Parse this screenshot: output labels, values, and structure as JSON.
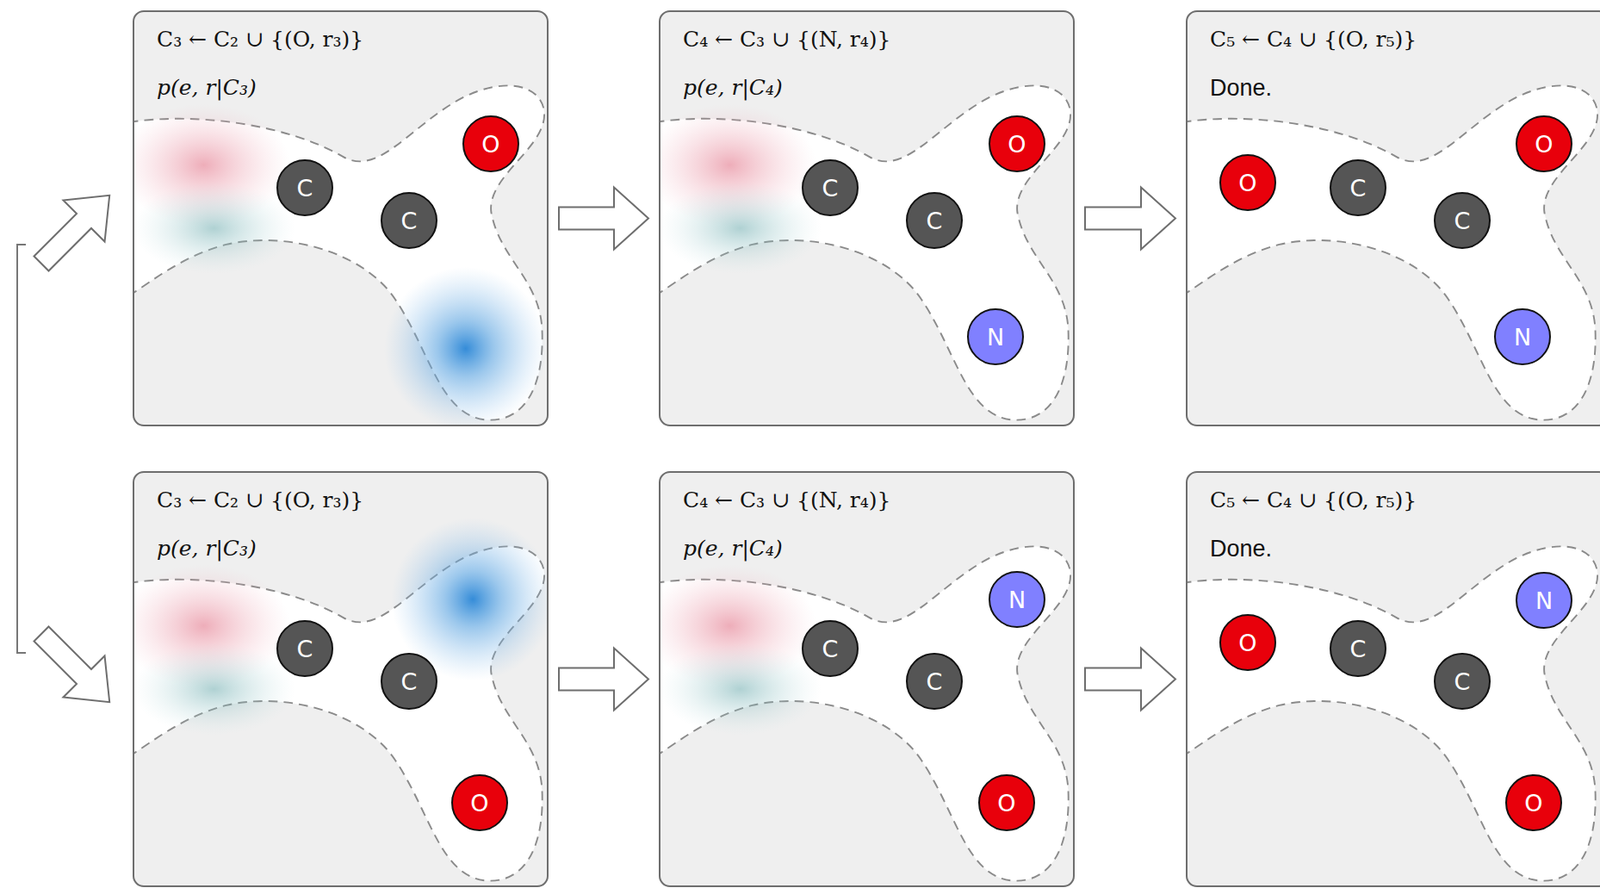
{
  "diagram": {
    "nodes": [
      {
        "text": [
          "C₃ ← C₂ ∪ {(O, r₃)}",
          "p(e, r|C₃)"
        ]
      },
      {
        "text": [
          "C"
        ],
        "in": 0
      },
      {
        "text": [
          "C"
        ],
        "in": 0
      },
      {
        "text": [
          "O"
        ],
        "in": 0
      },
      {
        "text": [
          "C₄ ← C₃ ∪ {(N, r₄)}",
          "p(e, r|C₄)"
        ]
      },
      {
        "text": [
          "C"
        ],
        "in": 4
      },
      {
        "text": [
          "C"
        ],
        "in": 4
      },
      {
        "text": [
          "O"
        ],
        "in": 4
      },
      {
        "text": [
          "N"
        ],
        "in": 4
      },
      {
        "text": [
          "C₅ ← C₄ ∪ {(O, r₅)}",
          "Done."
        ]
      },
      {
        "text": [
          "O"
        ],
        "in": 9
      },
      {
        "text": [
          "C"
        ],
        "in": 9
      },
      {
        "text": [
          "C"
        ],
        "in": 9
      },
      {
        "text": [
          "O"
        ],
        "in": 9
      },
      {
        "text": [
          "N"
        ],
        "in": 9
      },
      {
        "text": [
          "C₃ ← C₂ ∪ {(O, r₃)}",
          "p(e, r|C₃)"
        ]
      },
      {
        "text": [
          "C"
        ],
        "in": 15
      },
      {
        "text": [
          "C"
        ],
        "in": 15
      },
      {
        "text": [
          "O"
        ],
        "in": 15
      },
      {
        "text": [
          "C₄ ← C₃ ∪ {(N, r₄)}",
          "p(e, r|C₄)"
        ]
      },
      {
        "text": [
          "C"
        ],
        "in": 19
      },
      {
        "text": [
          "C"
        ],
        "in": 19
      },
      {
        "text": [
          "N"
        ],
        "in": 19
      },
      {
        "text": [
          "O"
        ],
        "in": 19
      },
      {
        "text": [
          "C₅ ← C₄ ∪ {(O, r₅)}",
          "Done."
        ]
      },
      {
        "text": [
          "O"
        ],
        "in": 24
      },
      {
        "text": [
          "C"
        ],
        "in": 24
      },
      {
        "text": [
          "C"
        ],
        "in": 24
      },
      {
        "text": [
          "N"
        ],
        "in": 24
      },
      {
        "text": [
          "O"
        ],
        "in": 24
      }
    ],
    "edges": [
      {
        "from": 0,
        "to": 4,
        "arrow": "to"
      },
      {
        "from": 4,
        "to": 9,
        "arrow": "to"
      },
      {
        "from": 15,
        "to": 19,
        "arrow": "to"
      },
      {
        "from": 19,
        "to": 24,
        "arrow": "to"
      }
    ]
  }
}
